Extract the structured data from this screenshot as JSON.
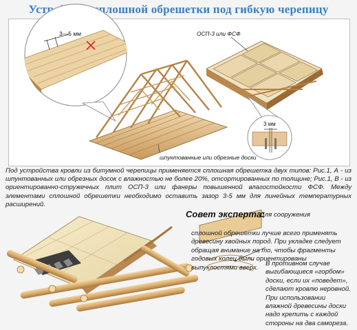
{
  "title": "Устройство сплошной обрешетки под гибкую черепицу",
  "labels": {
    "gap_top": "3—5 мм",
    "osb": "ОСП-3 или ФСФ",
    "gap_right": "3 мм",
    "boards": "шпунтованные или обрезные доски"
  },
  "caption": "Под устройства кровли из битумной черепицы применяется сплошная обрешетка двух типов: Рис.1, А - из шпунтованных или обрезных досок с влажностью не более 20%, отсортированных по толщине; Рис.1, В - из ориентированно-стружечных плит ОСП-3 или фанеры повышенной влагостойкости ФСФ. Между элементами сплошной обрешетки необходимо оставить зазор 3-5 мм для линейных температурных расширений.",
  "expert": {
    "heading": "Совет эксперта:",
    "lead": "Для сооружения",
    "para1": "сплошной обрешетки лучше всего применять древесину хвойных пород. При укладке следует обращая внимание на то, чтобы фрагменты годовых колец были ориентированы выпуклостями вверх.",
    "para2": "В противном случае выгибающиеся «горбом» доски, если их «поведет», сделают кровлю неровной. При использовании влажной древесины доски надо крепить с каждой стороны на два самореза."
  },
  "colors": {
    "title": "#3a7fc0",
    "wood": "#e6c79a",
    "wood_dark": "#b8894e",
    "osb": "#ead7ae",
    "shingle": "#3d3d3d",
    "marker": "#e02020"
  }
}
